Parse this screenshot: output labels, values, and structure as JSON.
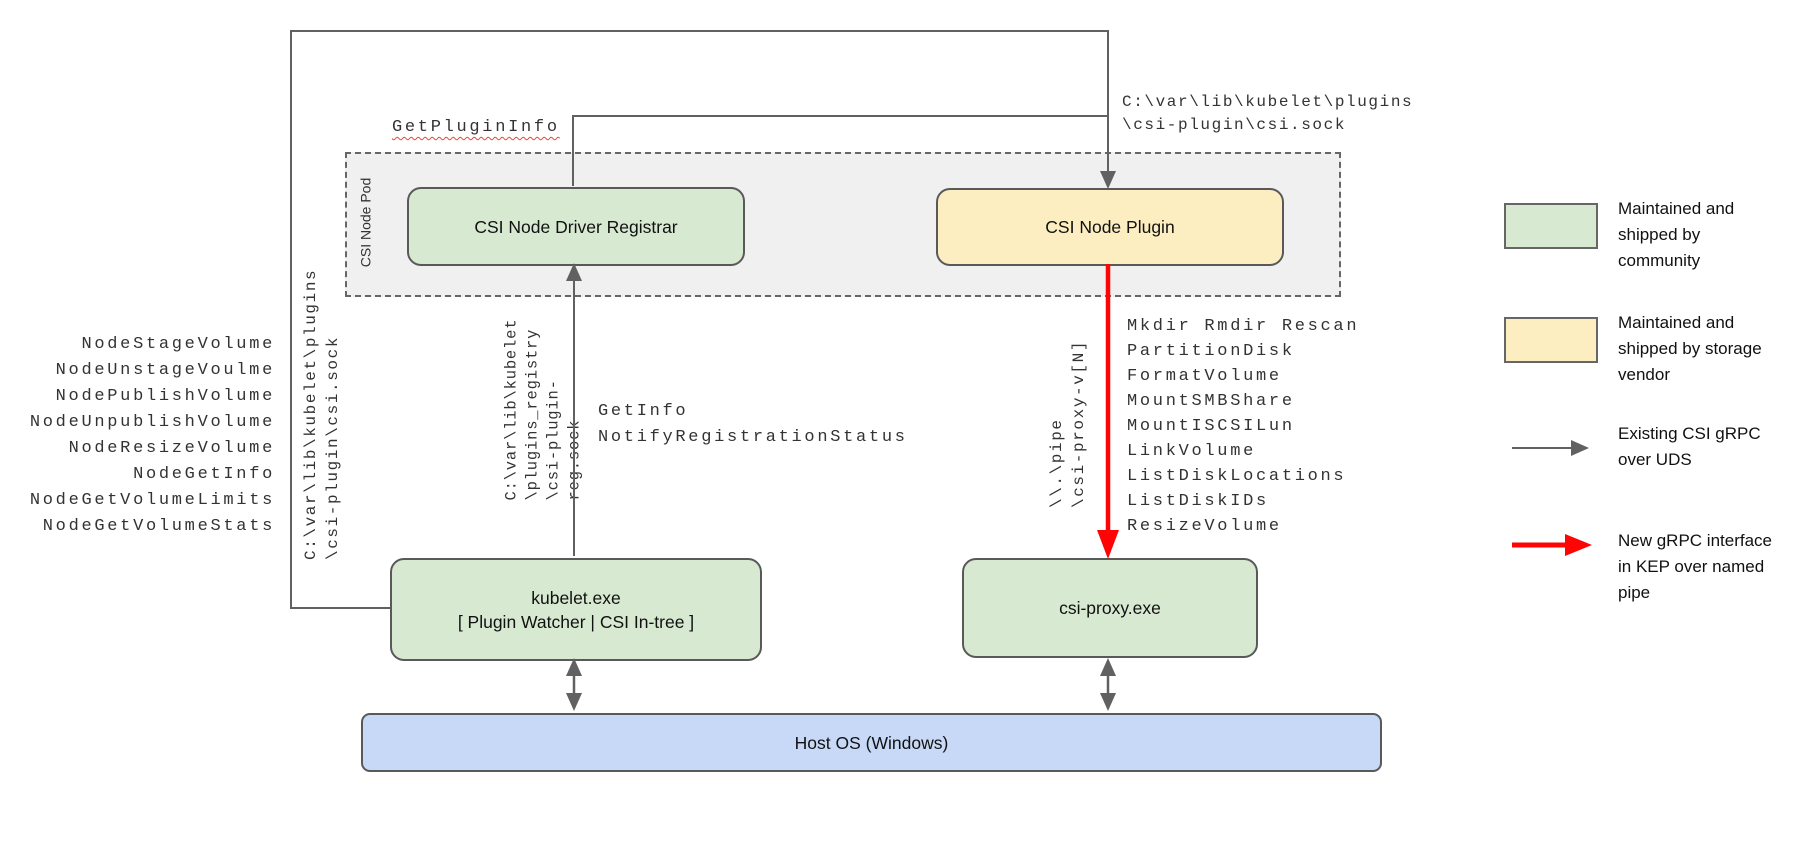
{
  "palette": {
    "community_green": "#d8e9d2",
    "vendor_yellow": "#fdeec2",
    "host_blue": "#c7d9f6",
    "pod_gray": "#f0f0f0",
    "line_gray": "#616161",
    "arrow_red": "#ff0000"
  },
  "pod": {
    "label": "CSI Node Pod"
  },
  "boxes": {
    "registrar": {
      "label": "CSI Node Driver Registrar"
    },
    "plugin": {
      "label": "CSI Node Plugin"
    },
    "kubelet": {
      "line1": "kubelet.exe",
      "line2": "[ Plugin Watcher | CSI In-tree ]"
    },
    "csi_proxy": {
      "label": "csi-proxy.exe"
    },
    "host_os": {
      "label": "Host OS (Windows)"
    }
  },
  "labels": {
    "get_plugin_info": "GetPluginInfo",
    "csi_sock_top": {
      "line1": "C:\\var\\lib\\kubelet\\plugins",
      "line2": "\\csi-plugin\\csi.sock"
    },
    "csi_sock_left": {
      "line1": "C:\\var\\lib\\kubelet\\plugins",
      "line2": "\\csi-plugin\\csi.sock"
    },
    "registry_sock": {
      "line1": "C:\\var\\lib\\kubelet",
      "line2": "\\plugins_registry",
      "line3": "\\csi-plugin-reg.sock"
    },
    "pipe_path": {
      "line1": "\\\\.\\pipe",
      "line2": "\\csi-proxy-v[N]"
    }
  },
  "registration_calls": [
    "GetInfo",
    "NotifyRegistrationStatus"
  ],
  "node_api_calls": [
    "NodeStageVolume",
    "NodeUnstageVoulme",
    "NodePublishVolume",
    "NodeUnpublishVolume",
    "NodeResizeVolume",
    "NodeGetInfo",
    "NodeGetVolumeLimits",
    "NodeGetVolumeStats"
  ],
  "proxy_api_calls": [
    "Mkdir Rmdir Rescan",
    "PartitionDisk",
    "FormatVolume",
    "MountSMBShare",
    "MountISCSILun",
    "LinkVolume",
    "ListDiskLocations",
    "ListDiskIDs",
    "ResizeVolume"
  ],
  "legend": {
    "community": "Maintained and shipped by community",
    "vendor": "Maintained and shipped by storage vendor",
    "uds": "Existing CSI gRPC over UDS",
    "pipe": "New gRPC interface in KEP over named pipe"
  }
}
